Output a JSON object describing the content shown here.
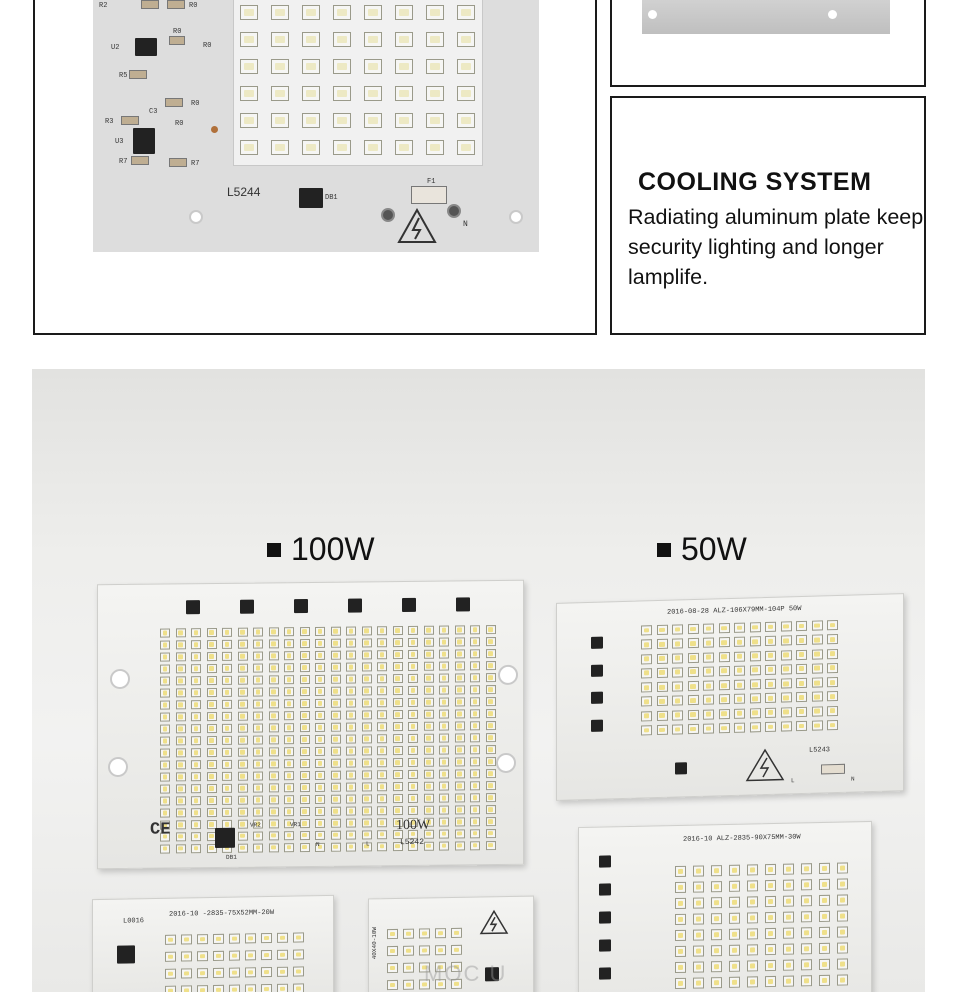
{
  "top_left_board": {
    "label": "L5244",
    "component_refs": [
      "R2",
      "R0",
      "U2",
      "R0",
      "R0",
      "R5",
      "C3",
      "R0",
      "R3",
      "U3",
      "R0",
      "R7",
      "R7",
      "DB1",
      "F1",
      "N"
    ]
  },
  "cooling_panel": {
    "title": "COOLING SYSTEM",
    "description": "Radiating aluminum plate keep security lighting and longer lamplife."
  },
  "product_photo": {
    "label_100w": "100W",
    "label_50w": "50W",
    "board_100w": {
      "print_model": "100W",
      "print_code": "L5242",
      "print_ce": "CE",
      "refs": [
        "VR2",
        "VR1",
        "DB1",
        "N",
        "L"
      ]
    },
    "board_50w": {
      "print_header": "2016-08-28   ALZ-106X79MM-104P  50W",
      "print_code": "L5243",
      "refs": [
        "N",
        "L"
      ]
    },
    "board_30w": {
      "print_header": "2016-10   ALZ-2835-90X75MM-30W"
    },
    "board_20w": {
      "print_id": "L0016",
      "print_header": "2016-10   -2835-75X52MM-20W"
    },
    "board_10w": {
      "print_side": "40X40-10W"
    },
    "watermark": "MOC U"
  },
  "colors": {
    "frame": "#1a1a1a",
    "pcb": "#e6e6e3",
    "led_body": "#f6f6f4",
    "led_phosphor": "#efe08a",
    "text": "#111111"
  }
}
